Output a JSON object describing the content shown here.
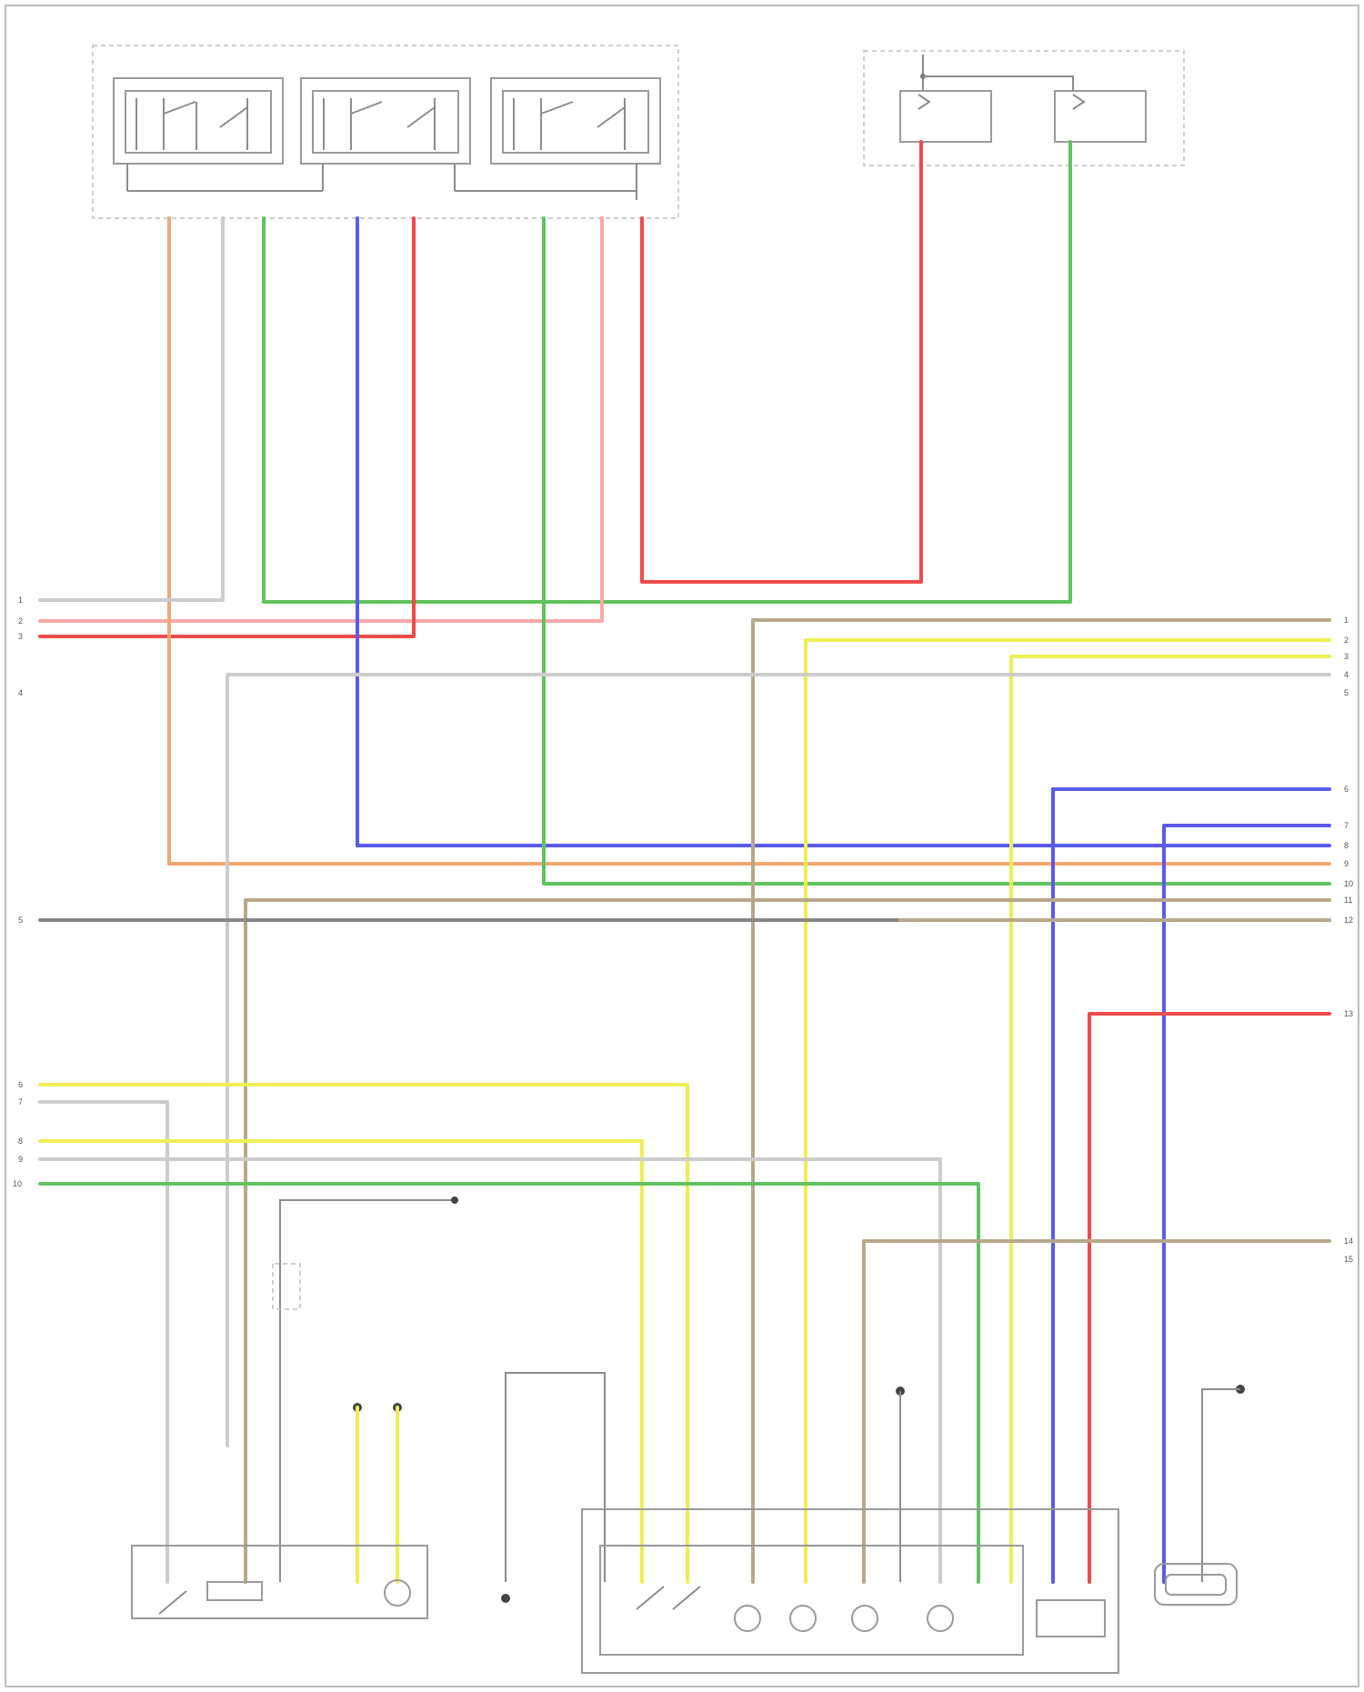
{
  "diagram": {
    "labels": {
      "relay_block": "",
      "relay_1": "",
      "relay_2": "",
      "relay_3": "",
      "fuse_block": "",
      "bottom_left_component": "",
      "bottom_center_component": "",
      "bottom_right_component": "",
      "ground_note": "",
      "footer": ""
    },
    "connector_numbers": {
      "left": [
        "1",
        "2",
        "3",
        "4",
        "5",
        "6",
        "7",
        "8",
        "9",
        "10"
      ],
      "right": [
        "1",
        "2",
        "3",
        "4",
        "5",
        "6",
        "7",
        "8",
        "9",
        "10",
        "11",
        "12",
        "13",
        "14",
        "15"
      ]
    }
  },
  "colors": {
    "red": "#ee4b4b",
    "pink": "#f7a7a7",
    "green": "#5ec45e",
    "blue": "#5a5aee",
    "yellow": "#eeee55",
    "orange": "#f0a870",
    "tan": "#b8a88a",
    "gray": "#999999",
    "light_gray": "#cccccc"
  }
}
